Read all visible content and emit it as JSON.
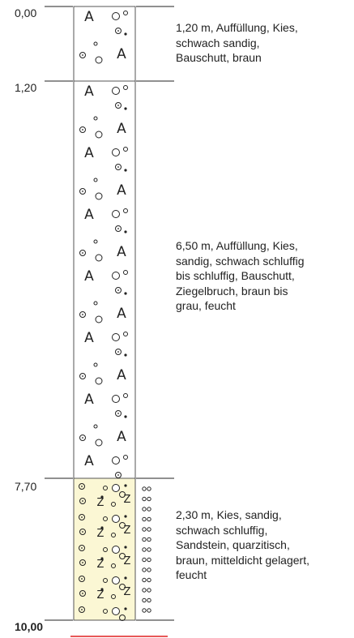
{
  "profile": {
    "depth_labels": [
      "0,00",
      "1,20",
      "7,70",
      "10,00"
    ],
    "layers": [
      {
        "top": 0.0,
        "bottom": 1.2,
        "description": "1,20 m, Auffüllung, Kies,\nschwach sandig,\nBauschutt, braun",
        "fill": "#ffffff",
        "pattern": "fill-rubble"
      },
      {
        "top": 1.2,
        "bottom": 7.7,
        "description": "6,50 m, Auffüllung, Kies,\nsandig, schwach schluffig\nbis schluffig, Bauschutt,\nZiegelbruch, braun bis\ngrau, feucht",
        "fill": "#ffffff",
        "pattern": "fill-rubble"
      },
      {
        "top": 7.7,
        "bottom": 10.0,
        "description": "2,30 m, Kies, sandig,\nschwach schluffig,\nSandstein, quarzitisch,\nbraun, mitteldicht gelagert,\nfeucht",
        "fill": "#fbf7d4",
        "pattern": "gravel-sandstone",
        "moisture_marker": "oo"
      }
    ],
    "colors": {
      "column_border": "#555555",
      "final_depth_line": "#e02020"
    }
  }
}
